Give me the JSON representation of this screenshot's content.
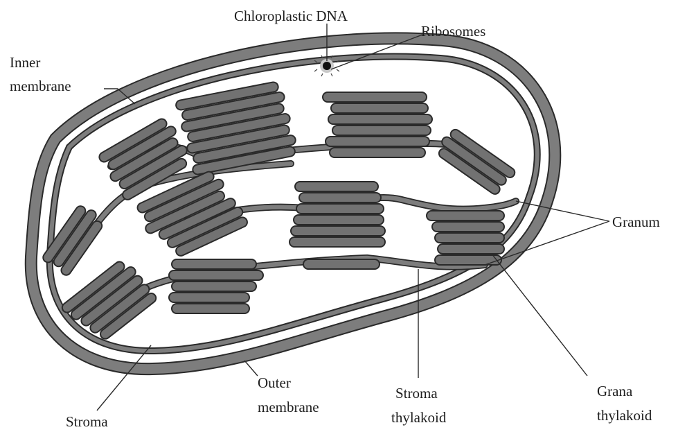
{
  "labels": {
    "chloroplastic_dna": "Chloroplastic DNA",
    "ribosomes": "Ribosomes",
    "inner_membrane_line1": "Inner",
    "inner_membrane_line2": "membrane",
    "granum": "Granum",
    "stroma": "Stroma",
    "outer_membrane_line1": "Outer",
    "outer_membrane_line2": "membrane",
    "stroma_thylakoid_line1": "Stroma",
    "stroma_thylakoid_line2": "thylakoid",
    "grana_thylakoid_line1": "Grana",
    "grana_thylakoid_line2": "thylakoid"
  },
  "colors": {
    "membrane_fill": "#7d7d7d",
    "disc_fill": "#727272",
    "outline": "#2a2a2a",
    "background": "#ffffff",
    "text": "#1e1e1e"
  }
}
